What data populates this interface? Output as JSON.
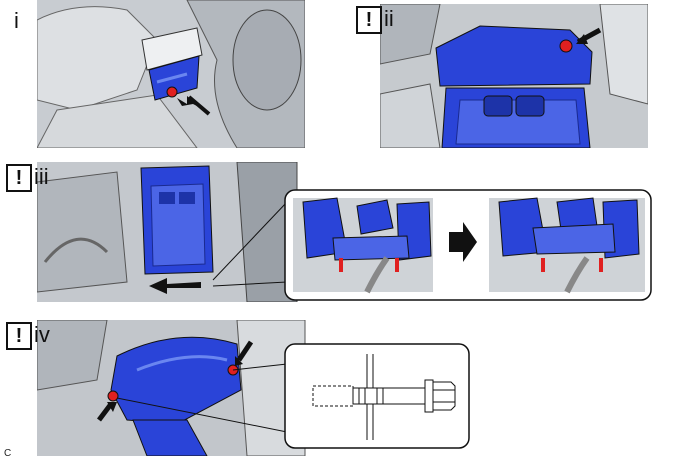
{
  "steps": [
    {
      "id": "i",
      "label": "i",
      "caution": false
    },
    {
      "id": "ii",
      "label": "ii",
      "caution": true
    },
    {
      "id": "iii",
      "label": "iii",
      "caution": true
    },
    {
      "id": "iv",
      "label": "iv",
      "caution": true
    }
  ],
  "caution_symbol": "!",
  "figure_code": "C",
  "colors": {
    "component_blue": "#2a44d8",
    "component_blue_light": "#6a86f0",
    "bolt_red": "#e02020",
    "engine_gray": "#bfc3c8",
    "engine_dark": "#8a8f96",
    "outline": "#1a1a1a"
  },
  "icons": [
    "arrow-pointer-icon",
    "caution-icon",
    "bolt-icon",
    "transition-arrow-icon"
  ]
}
